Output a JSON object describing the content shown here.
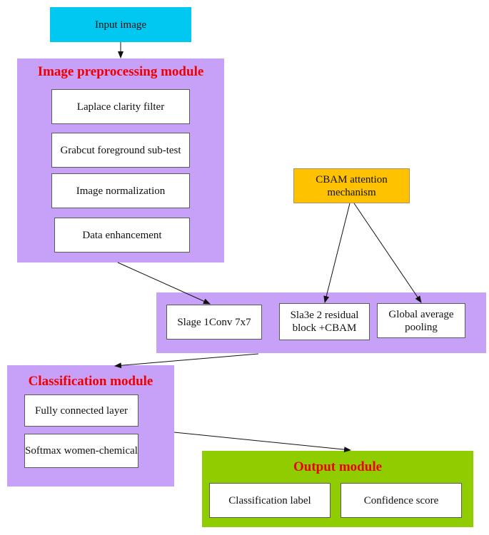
{
  "colors": {
    "input": "#00c8f0",
    "module": "#c7a0f8",
    "cbam": "#ffc200",
    "output": "#8fcc00",
    "title_red": "#ee0000",
    "arrow": "#111111"
  },
  "input": {
    "label": "Input image"
  },
  "preprocessing": {
    "title": "Image preprocessing module",
    "steps": [
      "Laplace clarity filter",
      "Grabcut foreground sub-test",
      "Image normalization",
      "Data enhancement"
    ]
  },
  "cbam": {
    "label": "CBAM attention mechanism"
  },
  "backbone": {
    "stages": [
      "Slage 1Conv 7x7",
      "Sla3e 2 residual block +CBAM",
      "Global average pooling"
    ]
  },
  "classification": {
    "title": "Classification module",
    "layers": [
      "Fully connected layer",
      "Softmax women-chemical"
    ]
  },
  "output": {
    "title": "Output module",
    "items": [
      "Classification label",
      "Confidence score"
    ]
  }
}
